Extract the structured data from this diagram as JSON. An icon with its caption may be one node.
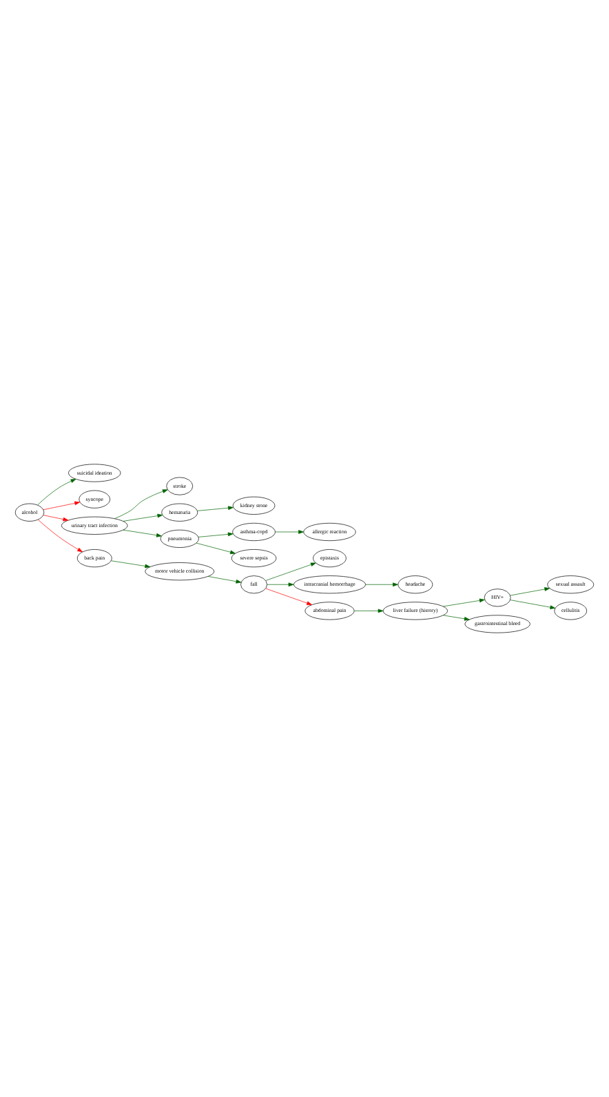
{
  "diagram": {
    "nodes": [
      {
        "text": [
          "alcohol"
        ]
      },
      {
        "text": [
          "suicidal ideation"
        ]
      },
      {
        "text": [
          "syncope"
        ]
      },
      {
        "text": [
          "urinary tract infection"
        ]
      },
      {
        "text": [
          "back pain"
        ]
      },
      {
        "text": [
          "motor vehicle collision"
        ]
      },
      {
        "text": [
          "fall"
        ]
      },
      {
        "text": [
          "epistaxis"
        ]
      },
      {
        "text": [
          "intracranial hemorrhage"
        ]
      },
      {
        "text": [
          "headache"
        ]
      },
      {
        "text": [
          "abdominal pain"
        ]
      },
      {
        "text": [
          "liver failure (history)"
        ]
      },
      {
        "text": [
          "HIV+"
        ]
      },
      {
        "text": [
          "sexual assault"
        ]
      },
      {
        "text": [
          "cellulitis"
        ]
      },
      {
        "text": [
          "gastrointestinal bleed"
        ]
      },
      {
        "text": [
          "stroke"
        ]
      },
      {
        "text": [
          "hematuria"
        ]
      },
      {
        "text": [
          "kidney stone"
        ]
      },
      {
        "text": [
          "pneumonia"
        ]
      },
      {
        "text": [
          "asthma-copd"
        ]
      },
      {
        "text": [
          "allergic reaction"
        ]
      },
      {
        "text": [
          "severe sepsis"
        ]
      }
    ],
    "edges": [
      {
        "from": 0,
        "to": 3,
        "arrow": "to",
        "color": "#ff0000"
      },
      {
        "from": 0,
        "to": 2,
        "arrow": "to",
        "color": "#ff0000"
      },
      {
        "from": 0,
        "to": 1,
        "arrow": "to"
      },
      {
        "from": 0,
        "to": 4,
        "arrow": "to",
        "color": "#ff0000"
      },
      {
        "from": 4,
        "to": 5,
        "arrow": "to"
      },
      {
        "from": 5,
        "to": 6,
        "arrow": "to"
      },
      {
        "from": 6,
        "to": 8,
        "arrow": "to"
      },
      {
        "from": 6,
        "to": 7,
        "arrow": "to"
      },
      {
        "from": 6,
        "to": 10,
        "arrow": "to",
        "color": "#ff0000"
      },
      {
        "from": 8,
        "to": 9,
        "arrow": "to"
      },
      {
        "from": 10,
        "to": 11,
        "arrow": "to"
      },
      {
        "from": 11,
        "to": 12,
        "arrow": "to"
      },
      {
        "from": 11,
        "to": 15,
        "arrow": "to"
      },
      {
        "from": 12,
        "to": 13,
        "arrow": "to"
      },
      {
        "from": 12,
        "to": 14,
        "arrow": "to"
      },
      {
        "from": 3,
        "to": 19,
        "arrow": "to"
      },
      {
        "from": 3,
        "to": 17,
        "arrow": "to"
      },
      {
        "from": 3,
        "to": 16,
        "arrow": "to"
      },
      {
        "from": 17,
        "to": 18,
        "arrow": "to"
      },
      {
        "from": 19,
        "to": 22,
        "arrow": "to"
      },
      {
        "from": 19,
        "to": 20,
        "arrow": "to"
      },
      {
        "from": 20,
        "to": 21,
        "arrow": "to"
      }
    ]
  }
}
